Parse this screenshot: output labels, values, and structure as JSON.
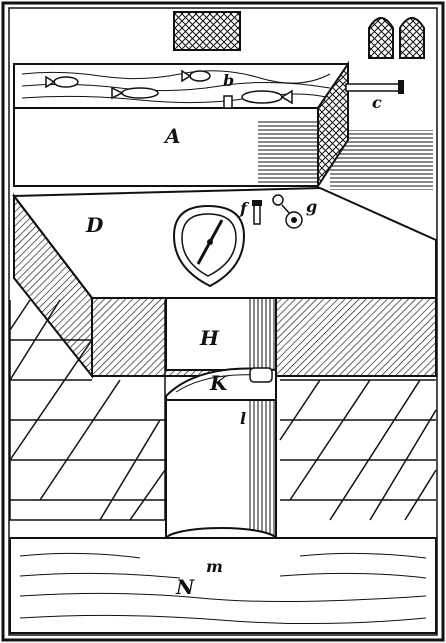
{
  "labels": {
    "tank": "A",
    "tap_b": "b",
    "spout_c": "c",
    "table_d": "D",
    "pin_f": "f",
    "key_g": "g",
    "shaft_h": "H",
    "valve_k": "K",
    "lever_l": "l",
    "outlet_m": "m",
    "floor_n": "N"
  },
  "colors": {
    "ink": "#111111",
    "paper": "#ffffff"
  }
}
